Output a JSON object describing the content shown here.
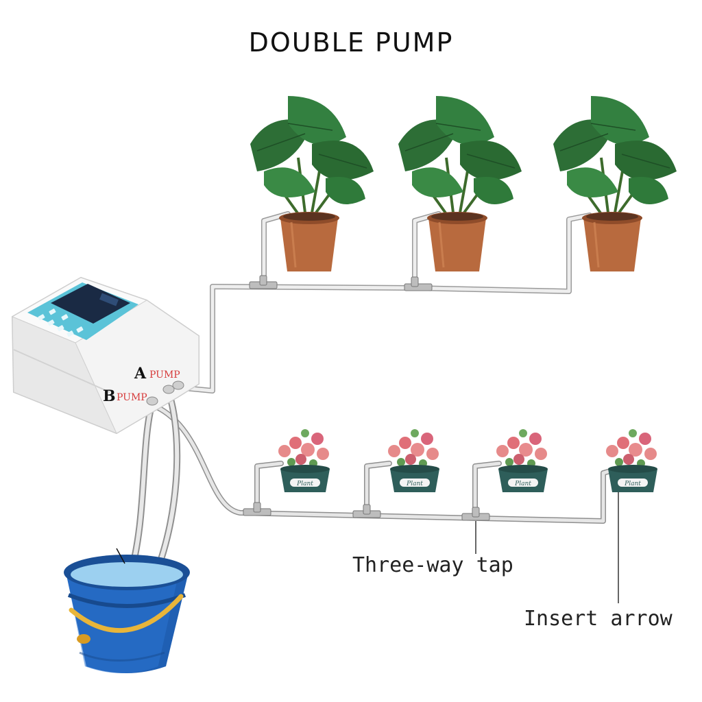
{
  "title": "DOUBLE PUMP",
  "device": {
    "port_a_letter": "A",
    "port_a_word": "PUMP",
    "port_b_letter": "B",
    "port_b_word": "PUMP"
  },
  "callouts": {
    "three_way_tap": "Three-way tap",
    "insert_arrow": "Insert arrow"
  },
  "pots": {
    "small_pot_label": "Plant"
  },
  "colors": {
    "tube": "#d8d8d8",
    "tube_edge": "#9a9a9a",
    "pot_terracotta": "#b86a3e",
    "pot_teal": "#2e5e5a",
    "leaf": "#2f7a3a",
    "bucket_blue": "#1f5fb3",
    "handle_yellow": "#e8b53a",
    "device_white": "#f1f1f1",
    "screen_blue": "#1a2a44",
    "label_red": "#d63b3b"
  }
}
